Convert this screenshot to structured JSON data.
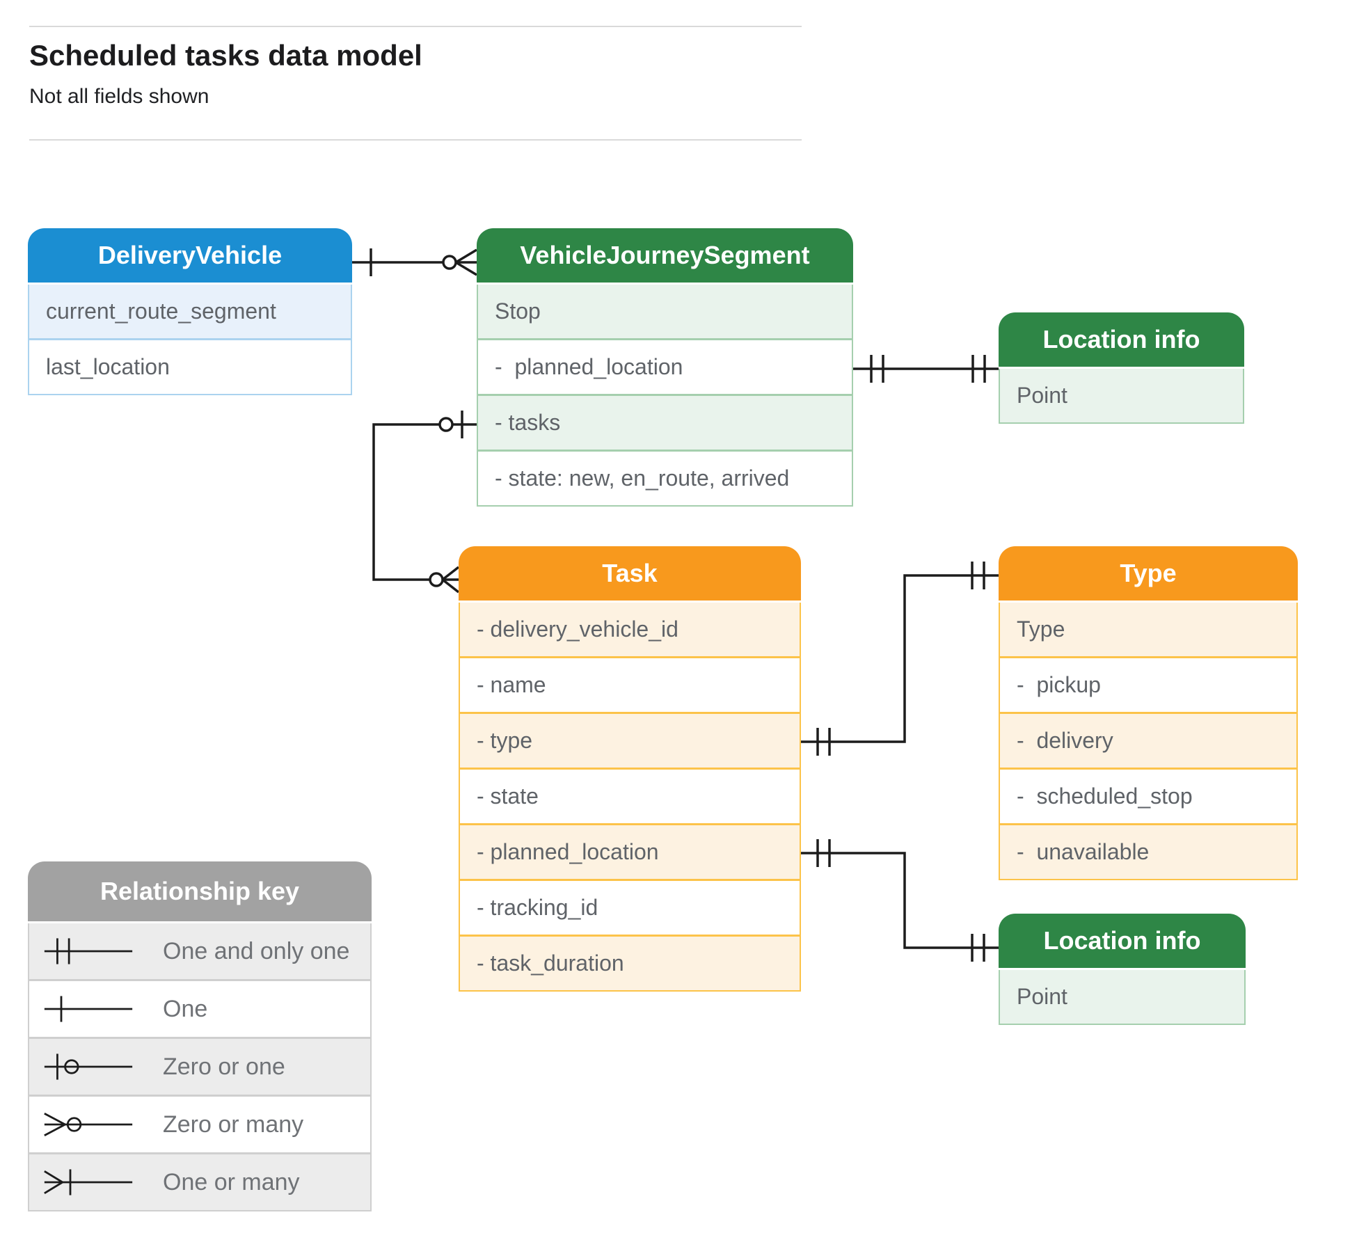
{
  "page": {
    "title": "Scheduled tasks data model",
    "subtitle": "Not all fields shown"
  },
  "entities": {
    "delivery_vehicle": {
      "title": "DeliveryVehicle",
      "fields": [
        "current_route_segment",
        "last_location"
      ]
    },
    "vehicle_journey_segment": {
      "title": "VehicleJourneySegment",
      "fields": [
        "Stop",
        "-  planned_location",
        "- tasks",
        "- state: new, en_route, arrived"
      ]
    },
    "location_info_top": {
      "title": "Location info",
      "fields": [
        "Point"
      ]
    },
    "task": {
      "title": "Task",
      "fields": [
        "- delivery_vehicle_id",
        "- name",
        "- type",
        "- state",
        "- planned_location",
        "- tracking_id",
        "- task_duration"
      ]
    },
    "type": {
      "title": "Type",
      "fields": [
        "Type",
        "-  pickup",
        "-  delivery",
        "-  scheduled_stop",
        "-  unavailable"
      ]
    },
    "location_info_bottom": {
      "title": "Location info",
      "fields": [
        "Point"
      ]
    }
  },
  "legend": {
    "title": "Relationship key",
    "items": [
      {
        "label": "One and only one",
        "symbol": "one-and-only-one"
      },
      {
        "label": "One",
        "symbol": "one"
      },
      {
        "label": "Zero or one",
        "symbol": "zero-or-one"
      },
      {
        "label": "Zero or many",
        "symbol": "zero-or-many"
      },
      {
        "label": "One or many",
        "symbol": "one-or-many"
      }
    ]
  },
  "relationships": [
    {
      "id": "dv-vjs",
      "from": "DeliveryVehicle",
      "from_cardinality": "one",
      "to": "VehicleJourneySegment",
      "to_cardinality": "zero-or-many"
    },
    {
      "id": "vjs-location",
      "from": "VehicleJourneySegment.planned_location",
      "from_cardinality": "one-and-only-one",
      "to": "Location info",
      "to_cardinality": "one-and-only-one"
    },
    {
      "id": "vjs-task",
      "from": "VehicleJourneySegment.tasks",
      "from_cardinality": "zero-or-one",
      "to": "Task",
      "to_cardinality": "zero-or-many"
    },
    {
      "id": "task-type",
      "from": "Task.type",
      "from_cardinality": "one-and-only-one",
      "to": "Type",
      "to_cardinality": "one-and-only-one"
    },
    {
      "id": "task-location",
      "from": "Task.planned_location",
      "from_cardinality": "one-and-only-one",
      "to": "Location info",
      "to_cardinality": "one-and-only-one"
    }
  ],
  "colors": {
    "blue_header": "#1b8ed2",
    "blue_row": "#e8f1fb",
    "green_header": "#2e8646",
    "green_row": "#e9f3ec",
    "orange_header": "#f8991d",
    "orange_row": "#fdf2e1",
    "gray_header": "#a2a2a2",
    "gray_row": "#ececec",
    "line": "#1c1c1c",
    "field_text": "#5f6368"
  }
}
